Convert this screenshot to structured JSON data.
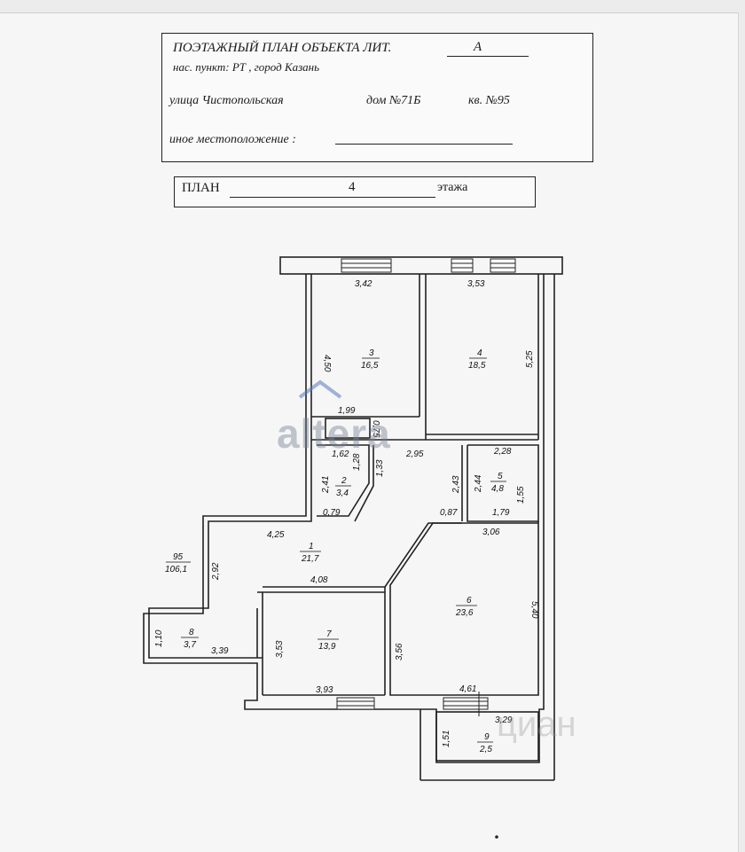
{
  "header": {
    "title": "ПОЭТАЖНЫЙ ПЛАН ОБЪЕКТА ЛИТ.",
    "lit_value": "А",
    "locality": "нас. пункт: РТ , город Казань",
    "street": "улица Чистопольская",
    "house": "дом №71Б",
    "apt": "кв. №95",
    "other_location_label": "иное местоположение :"
  },
  "floor": {
    "prefix": "ПЛАН",
    "number": "4",
    "suffix": "этажа"
  },
  "watermark": {
    "brand": "altera",
    "tail": "циан"
  },
  "rooms": [
    {
      "id": "room-3",
      "num": "3",
      "area": "16,5"
    },
    {
      "id": "room-4",
      "num": "4",
      "area": "18,5"
    },
    {
      "id": "room-2",
      "num": "2",
      "area": "3,4"
    },
    {
      "id": "room-5",
      "num": "5",
      "area": "4,8"
    },
    {
      "id": "room-1",
      "num": "1",
      "area": "21,7"
    },
    {
      "id": "room-6",
      "num": "6",
      "area": "23,6"
    },
    {
      "id": "room-7",
      "num": "7",
      "area": "13,9"
    },
    {
      "id": "room-8",
      "num": "8",
      "area": "3,7"
    },
    {
      "id": "room-9",
      "num": "9",
      "area": "2,5"
    },
    {
      "id": "total",
      "num": "95",
      "area": "106,1"
    }
  ],
  "dimensions": [
    "3,42",
    "3,53",
    "4,50",
    "5,25",
    "1,99",
    "0,75",
    "1,62",
    "1,28",
    "1,33",
    "2,95",
    "2,28",
    "2,41",
    "2,44",
    "2,43",
    "1,55",
    "0,79",
    "0,87",
    "1,79",
    "4,25",
    "3,06",
    "2,92",
    "4,08",
    "5,40",
    "1,10",
    "3,39",
    "3,53",
    "3,56",
    "3,93",
    "4,61",
    "3,29",
    "1,51"
  ]
}
